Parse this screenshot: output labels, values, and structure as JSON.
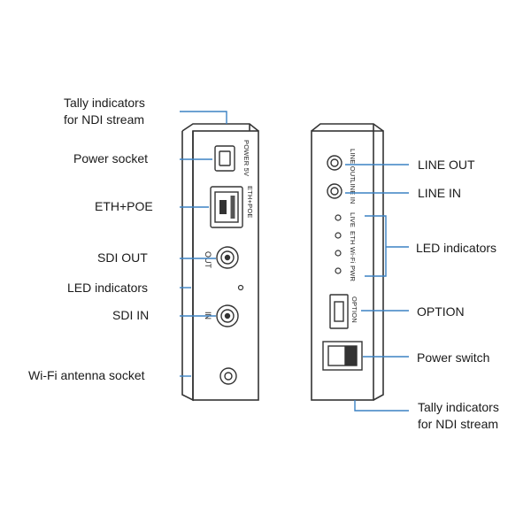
{
  "colors": {
    "leader": "#3b82c4",
    "outline": "#333333",
    "text": "#1a1a1a"
  },
  "left_labels": {
    "tally_top": [
      "Tally indicators",
      "for NDI stream"
    ],
    "power_socket": "Power socket",
    "eth_poe": "ETH+POE",
    "sdi_out": "SDI OUT",
    "led_indicators": "LED indicators",
    "sdi_in": "SDI IN",
    "wifi_antenna": "Wi-Fi antenna socket"
  },
  "right_labels": {
    "line_out": "LINE OUT",
    "line_in": "LINE IN",
    "led_indicators": "LED indicators",
    "option": "OPTION",
    "power_switch": "Power switch",
    "tally_bottom": [
      "Tally indicators",
      "for NDI stream"
    ]
  },
  "left_panel_text": {
    "power_5v": "POWER 5V",
    "eth_poe": "ETH+POE",
    "out": "OUT",
    "in": "IN"
  },
  "right_panel_text": {
    "line_out": "LINE OUT",
    "line_in": "LINE IN",
    "live": "LIVE",
    "eth": "ETH",
    "wifi": "Wi-Fi",
    "pwr": "PWR",
    "option": "OPTION"
  }
}
